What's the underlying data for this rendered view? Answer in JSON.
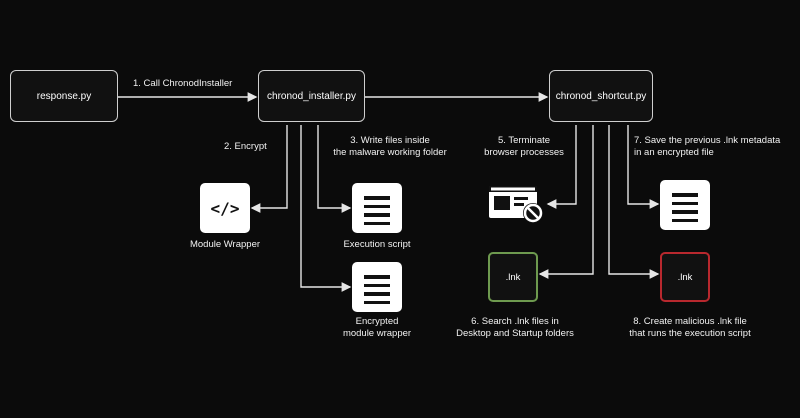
{
  "nodes": {
    "response": "response.py",
    "installer": "chronod_installer.py",
    "shortcut": "chronod_shortcut.py"
  },
  "edges": {
    "call_installer": "1. Call ChronodInstaller",
    "encrypt": "2. Encrypt",
    "write_files": "3. Write files inside\nthe malware working folder",
    "terminate": "5. Terminate\nbrowser processes",
    "search_lnk": "6. Search .lnk files in\nDesktop and Startup folders",
    "save_metadata": "7. Save the previous .lnk metadata\nin an encrypted file",
    "create_lnk": "8. Create malicious .lnk file\nthat runs the execution script"
  },
  "artifacts": {
    "module_wrapper": "Module Wrapper",
    "module_wrapper_glyph": "</>",
    "execution_script": "Execution script",
    "encrypted_wrapper": "Encrypted\nmodule wrapper",
    "lnk_search_glyph": ".lnk",
    "lnk_malicious_glyph": ".lnk"
  },
  "colors": {
    "lnk_search_border": "#6e9a4f",
    "lnk_malicious_border": "#b8282e"
  },
  "icons": {
    "module_wrapper": "code-file-icon",
    "execution_script": "document-icon",
    "encrypted_wrapper": "document-icon",
    "browser": "blocked-browser-icon",
    "metadata": "document-icon",
    "lnk_search": "lnk-file-icon",
    "lnk_malicious": "lnk-file-icon"
  }
}
